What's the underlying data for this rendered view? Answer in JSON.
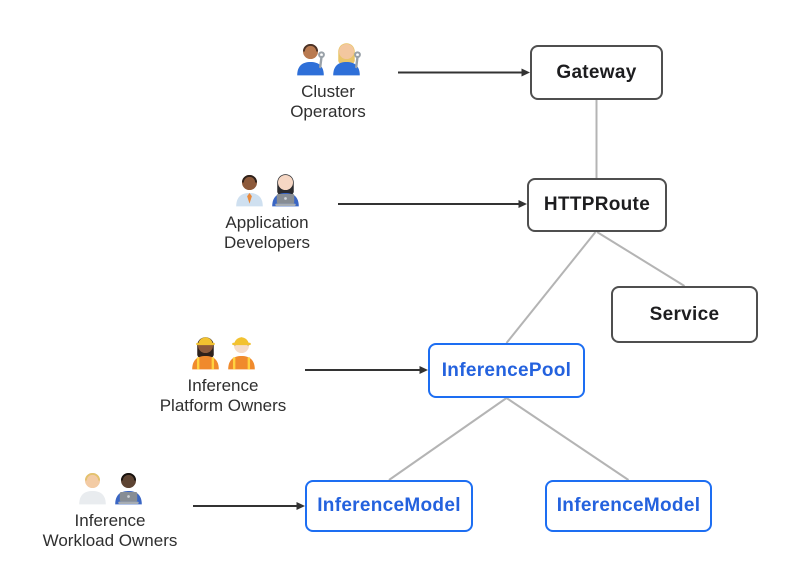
{
  "diagram": {
    "colors": {
      "background": "#ffffff",
      "dark_box_border": "#4f4f4f",
      "dark_box_text": "#1d1d1f",
      "blue_box_border": "#1d6ef2",
      "blue_box_text": "#2462de",
      "connector_gray": "#b4b4b4",
      "arrow_dark": "#333333",
      "persona_label_text": "#2f2f2f"
    },
    "nodes": [
      {
        "id": "gateway",
        "label": "Gateway",
        "style": "dark"
      },
      {
        "id": "httproute",
        "label": "HTTPRoute",
        "style": "dark"
      },
      {
        "id": "service",
        "label": "Service",
        "style": "dark"
      },
      {
        "id": "inference-pool",
        "label": "InferencePool",
        "style": "blue"
      },
      {
        "id": "inference-model-left",
        "label": "InferenceModel",
        "style": "blue"
      },
      {
        "id": "inference-model-right",
        "label": "InferenceModel",
        "style": "blue"
      }
    ],
    "personas": [
      {
        "id": "cluster-operators",
        "label_lines": [
          "Cluster",
          "Operators"
        ],
        "points_to": "gateway",
        "figures": [
          {
            "name": "man-mechanic",
            "emoji": "👨🏽‍🔧",
            "skin_color": "#b97a50",
            "hair_color": "#4a3226",
            "hair_style": "short",
            "shirt_color": "#2e6fd8",
            "wrench": true
          },
          {
            "name": "woman-mechanic",
            "emoji": "👩🏼‍🔧",
            "skin_color": "#f3c79f",
            "hair_color": "#e8c56a",
            "hair_style": "long",
            "shirt_color": "#2e6fd8",
            "wrench": true
          }
        ]
      },
      {
        "id": "application-developers",
        "label_lines": [
          "Application",
          "Developers"
        ],
        "points_to": "httproute",
        "figures": [
          {
            "name": "man-office-worker",
            "emoji": "👨🏾‍💼",
            "skin_color": "#8d5a3b",
            "hair_color": "#2e211b",
            "hair_style": "short",
            "shirt_color": "#cfe0f0",
            "tie_color": "#e8883a"
          },
          {
            "name": "woman-technologist",
            "emoji": "👩🏻‍💻",
            "skin_color": "#f6d7c4",
            "hair_color": "#2b2b2e",
            "hair_style": "long",
            "shirt_color": "#3a66c4",
            "laptop": true
          }
        ]
      },
      {
        "id": "inference-platform-owners",
        "label_lines": [
          "Inference",
          "Platform Owners"
        ],
        "points_to": "inference-pool",
        "figures": [
          {
            "name": "woman-construction-worker",
            "emoji": "👷🏾‍♀️",
            "skin_color": "#8d5a3b",
            "hair_color": "#2e211b",
            "hair_style": "long",
            "shirt_color": "#f08a2c",
            "hat_color": "#f2c230",
            "vest": true
          },
          {
            "name": "man-construction-worker",
            "emoji": "👷🏻",
            "skin_color": "#f6dcc8",
            "hair_color": "#c8a06a",
            "hair_style": "short",
            "shirt_color": "#f08a2c",
            "hat_color": "#f2c230",
            "vest": true
          }
        ]
      },
      {
        "id": "inference-workload-owners",
        "label_lines": [
          "Inference",
          "Workload Owners"
        ],
        "points_to": "inference-model-left",
        "figures": [
          {
            "name": "health-worker",
            "emoji": "🧑🏼‍⚕️",
            "skin_color": "#f3cba4",
            "hair_color": "#e3c26e",
            "hair_style": "short",
            "shirt_color": "#e9ecef"
          },
          {
            "name": "man-technologist",
            "emoji": "👨🏿‍💻",
            "skin_color": "#5e4433",
            "hair_color": "#17120f",
            "hair_style": "short",
            "shirt_color": "#3a66c4",
            "laptop": true
          }
        ]
      }
    ],
    "edges": [
      {
        "from": "gateway",
        "to": "httproute",
        "style": "gray-line"
      },
      {
        "from": "httproute",
        "to": "service",
        "style": "gray-line"
      },
      {
        "from": "httproute",
        "to": "inference-pool",
        "style": "gray-line"
      },
      {
        "from": "inference-pool",
        "to": "inference-model-left",
        "style": "gray-line"
      },
      {
        "from": "inference-pool",
        "to": "inference-model-right",
        "style": "gray-line"
      },
      {
        "from": "cluster-operators",
        "to": "gateway",
        "style": "black-arrow"
      },
      {
        "from": "application-developers",
        "to": "httproute",
        "style": "black-arrow"
      },
      {
        "from": "inference-platform-owners",
        "to": "inference-pool",
        "style": "black-arrow"
      },
      {
        "from": "inference-workload-owners",
        "to": "inference-model-left",
        "style": "black-arrow"
      }
    ]
  }
}
